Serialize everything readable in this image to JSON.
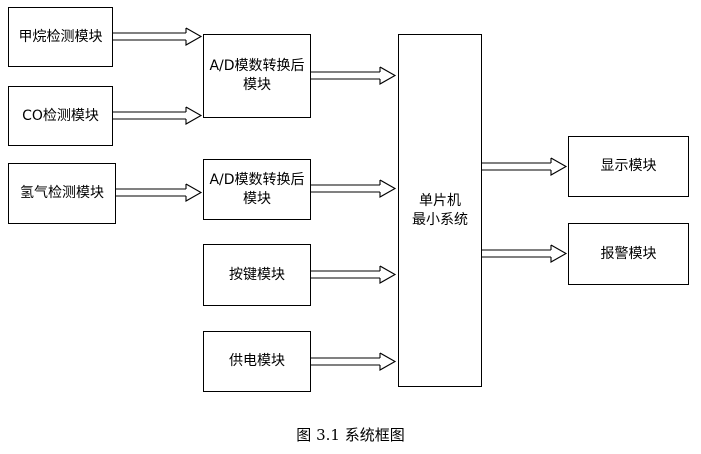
{
  "modules": {
    "methane": "甲烷检测模块",
    "co": "CO检测模块",
    "hydrogen": "氢气检测模块",
    "ad1": "A/D模数转换后\n模块",
    "ad2": "A/D模数转换后\n模块",
    "keys": "按键模块",
    "power": "供电模块",
    "mcu": "单片机\n最小系统",
    "display": "显示模块",
    "alarm": "报警模块"
  },
  "caption": "图 3.1  系统框图"
}
